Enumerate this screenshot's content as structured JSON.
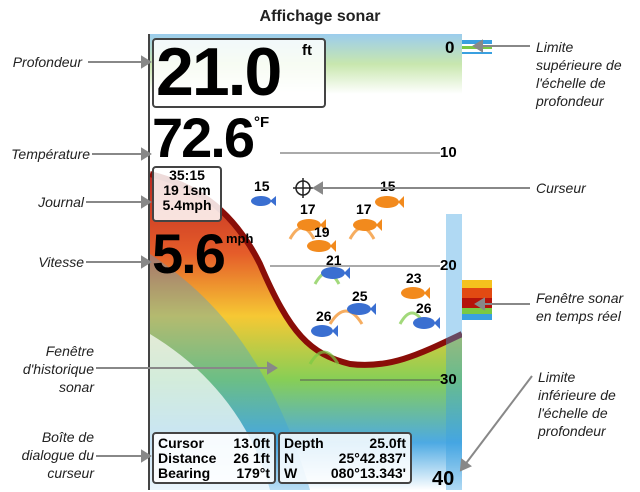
{
  "title": "Affichage sonar",
  "readouts": {
    "depth_value": "21.0",
    "depth_unit": "ft",
    "temperature_value": "72.6",
    "temperature_unit": "°F",
    "speed_value": "5.6",
    "speed_unit": "mph",
    "log": [
      "35:15",
      "19 1sm",
      "5.4mph"
    ]
  },
  "scale": {
    "top": "0",
    "ticks": [
      "10",
      "20",
      "30"
    ],
    "bottom": "40"
  },
  "fish": [
    {
      "depth": "15",
      "color": "blue"
    },
    {
      "depth": "17",
      "color": "orange"
    },
    {
      "depth": "17",
      "color": "orange"
    },
    {
      "depth": "15",
      "color": "orange"
    },
    {
      "depth": "19",
      "color": "orange"
    },
    {
      "depth": "21",
      "color": "blue"
    },
    {
      "depth": "23",
      "color": "orange"
    },
    {
      "depth": "25",
      "color": "blue"
    },
    {
      "depth": "26",
      "color": "blue"
    },
    {
      "depth": "26",
      "color": "blue"
    }
  ],
  "cursor_dialog": {
    "left": [
      {
        "label": "Cursor",
        "value": "13.0ft"
      },
      {
        "label": "Distance",
        "value": "26 1ft"
      },
      {
        "label": "Bearing",
        "value": "179°t"
      }
    ],
    "right": [
      {
        "label": "Depth",
        "value": "25.0ft"
      },
      {
        "label": "N",
        "value": "25°42.837'"
      },
      {
        "label": "W",
        "value": "080°13.343'"
      }
    ]
  },
  "callouts_left": {
    "profondeur": "Profondeur",
    "temperature": "Température",
    "journal": "Journal",
    "vitesse": "Vitesse",
    "historique": [
      "Fenêtre",
      "d'historique",
      "sonar"
    ],
    "dialogue": [
      "Boîte de",
      "dialogue du",
      "curseur"
    ]
  },
  "callouts_right": {
    "limite_sup": [
      "Limite",
      "supérieure de",
      "l'échelle de",
      "profondeur"
    ],
    "curseur": "Curseur",
    "temps_reel": [
      "Fenêtre sonar",
      "en temps réel"
    ],
    "limite_inf": [
      "Limite",
      "inférieure de",
      "l'échelle de",
      "profondeur"
    ]
  },
  "colors": {
    "fish_blue": "#3a6fd1",
    "fish_orange": "#f28a1d",
    "bottom_red": "#b5120a",
    "clutter_green": "#7ac943"
  }
}
